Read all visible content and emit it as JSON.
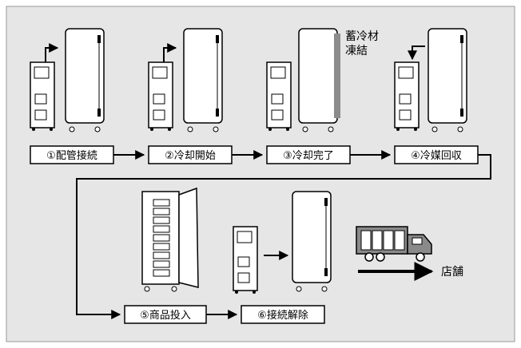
{
  "steps": [
    {
      "id": "step-1",
      "label": "①配管接続"
    },
    {
      "id": "step-2",
      "label": "②冷却開始"
    },
    {
      "id": "step-3",
      "label": "③冷却完了"
    },
    {
      "id": "step-4",
      "label": "④冷媒回収"
    },
    {
      "id": "step-5",
      "label": "⑤商品投入"
    },
    {
      "id": "step-6",
      "label": "⑥接続解除"
    }
  ],
  "annotations": {
    "freeze_line1": "蓄冷材",
    "freeze_line2": "凍結",
    "store": "店舗"
  },
  "colors": {
    "panel_background": "#e6e6e6",
    "panel_border": "#999999",
    "line": "#000000",
    "cabinet_fill": "#ffffff",
    "unit_fill": "#ffffff",
    "frozen_strip": "#8c8c8c",
    "truck_fill": "#8a8a8a"
  }
}
